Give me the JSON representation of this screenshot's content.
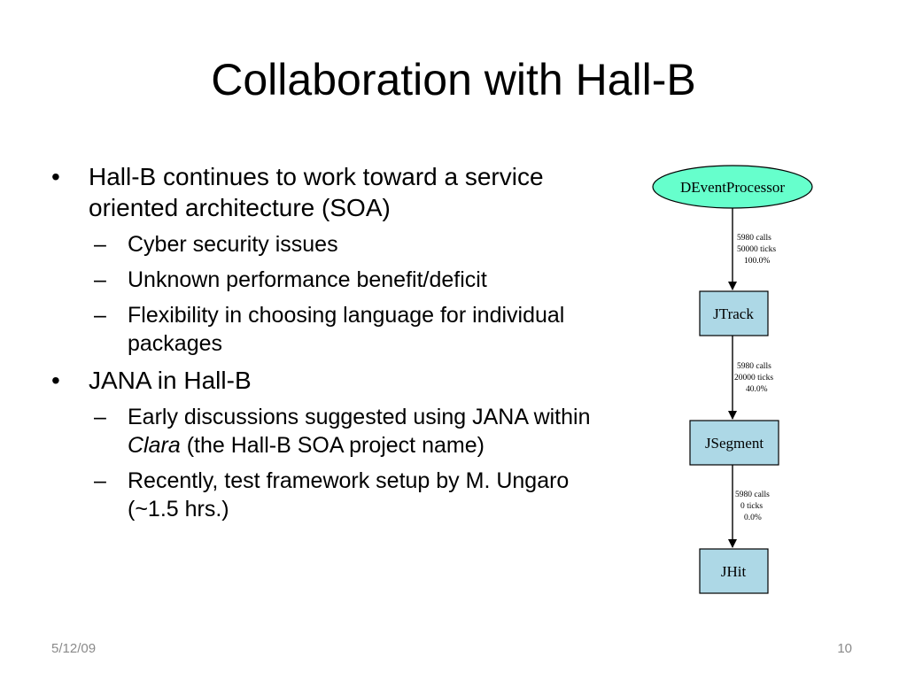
{
  "slide": {
    "title": "Collaboration with Hall-B",
    "footer_date": "5/12/09",
    "slide_number": "10"
  },
  "bullets": [
    {
      "text": "Hall-B continues to work toward a service oriented architecture (SOA)",
      "sub": [
        "Cyber security issues",
        "Unknown performance benefit/deficit",
        "Flexibility in choosing language for individual packages"
      ]
    },
    {
      "text": "JANA in Hall-B",
      "sub_rich": [
        {
          "pre": "Early discussions suggested using JANA within ",
          "em": "Clara",
          "post": " (the Hall-B SOA project name)"
        },
        {
          "pre": "Recently, test framework setup by M. Ungaro (~1.5 hrs.)",
          "em": "",
          "post": ""
        }
      ]
    }
  ],
  "graph": {
    "nodes": [
      {
        "label": "DEventProcessor",
        "shape": "ellipse",
        "color": "#66ffcc"
      },
      {
        "label": "JTrack",
        "shape": "box",
        "color": "#add8e6"
      },
      {
        "label": "JSegment",
        "shape": "box",
        "color": "#add8e6"
      },
      {
        "label": "JHit",
        "shape": "box",
        "color": "#add8e6"
      }
    ],
    "edges": [
      {
        "calls": "5980 calls",
        "ticks": "50000 ticks",
        "pct": "100.0%"
      },
      {
        "calls": "5980 calls",
        "ticks": "20000 ticks",
        "pct": "40.0%"
      },
      {
        "calls": "5980 calls",
        "ticks": "0 ticks",
        "pct": "0.0%"
      }
    ]
  }
}
